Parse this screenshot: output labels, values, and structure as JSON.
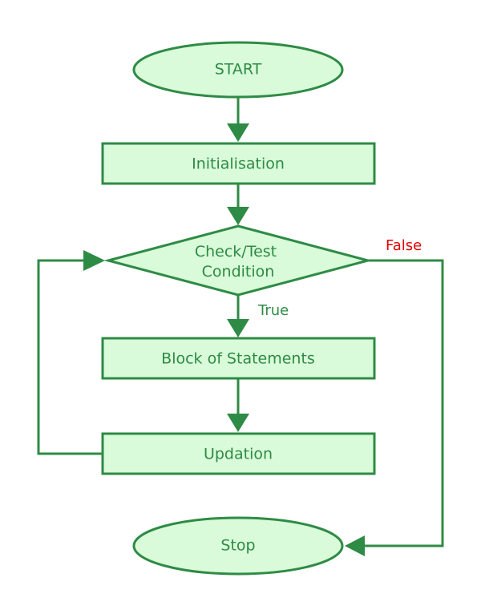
{
  "diagram": {
    "nodes": {
      "start": {
        "label": "START"
      },
      "initialisation": {
        "label": "Initialisation"
      },
      "condition": {
        "line1": "Check/Test",
        "line2": "Condition"
      },
      "block": {
        "label": "Block of Statements"
      },
      "updation": {
        "label": "Updation"
      },
      "stop": {
        "label": "Stop"
      }
    },
    "edges": {
      "true_label": "True",
      "false_label": "False"
    },
    "colors": {
      "stroke": "#2e8b45",
      "fill": "#d9fbd9",
      "true_text": "#2e8b45",
      "false_text": "#e60000"
    }
  }
}
